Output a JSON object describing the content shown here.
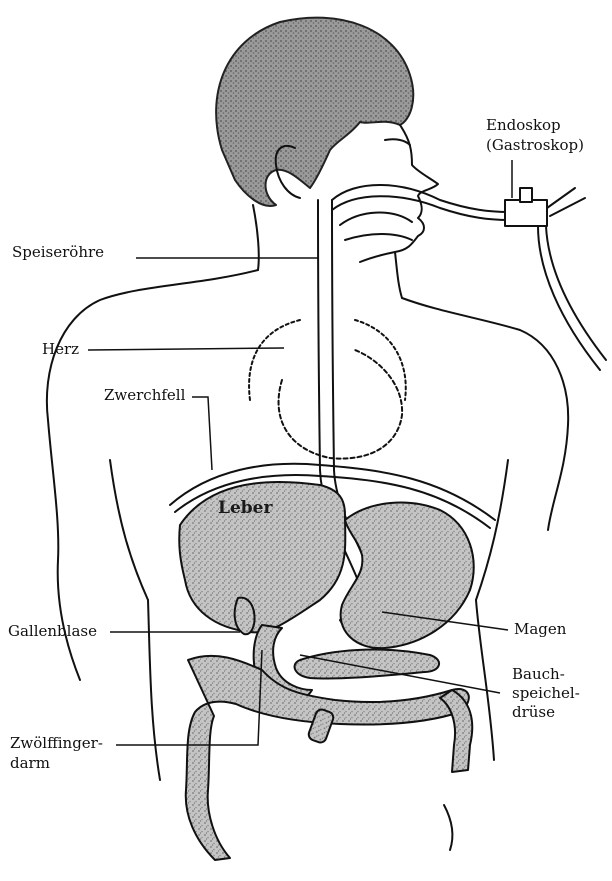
{
  "labels": {
    "endoscope_line1": "Endoskop",
    "endoscope_line2": "(Gastroskop)",
    "esophagus": "Speiseröhre",
    "heart": "Herz",
    "diaphragm": "Zwerchfell",
    "liver": "Leber",
    "gallbladder": "Gallenblase",
    "stomach": "Magen",
    "pancreas_line1": "Bauch-",
    "pancreas_line2": "speichel-",
    "pancreas_line3": "drüse",
    "duodenum_line1": "Zwölffinger-",
    "duodenum_line2": "darm"
  },
  "colors": {
    "line": "#111111",
    "organ_fill": "#bdbdbd",
    "hair_fill": "#8a8a8a",
    "background": "#ffffff"
  }
}
